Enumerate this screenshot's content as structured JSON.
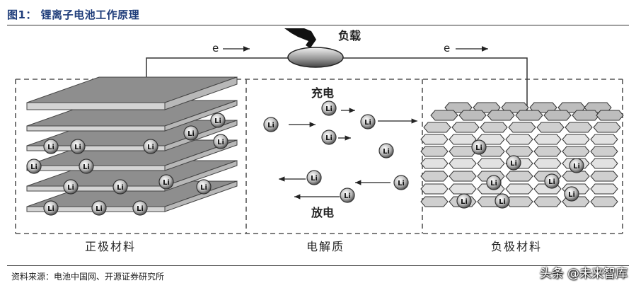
{
  "figure": {
    "title": "图1：  锂离子电池工作原理",
    "source": "资料来源：电池中国网、开源证券研究所",
    "watermark": "头条 @未来智库"
  },
  "diagram": {
    "load_label": "负载",
    "electron_left": "e",
    "electron_right": "e",
    "charge_label": "充电",
    "discharge_label": "放电",
    "ion_label": "Li",
    "cathode_label": "正极材料",
    "electrolyte_label": "电解质",
    "anode_label": "负极材料"
  },
  "colors": {
    "title": "#1f3d7a",
    "plate_top": "#8e8e8e",
    "plate_front": "#d4d4d4"
  }
}
